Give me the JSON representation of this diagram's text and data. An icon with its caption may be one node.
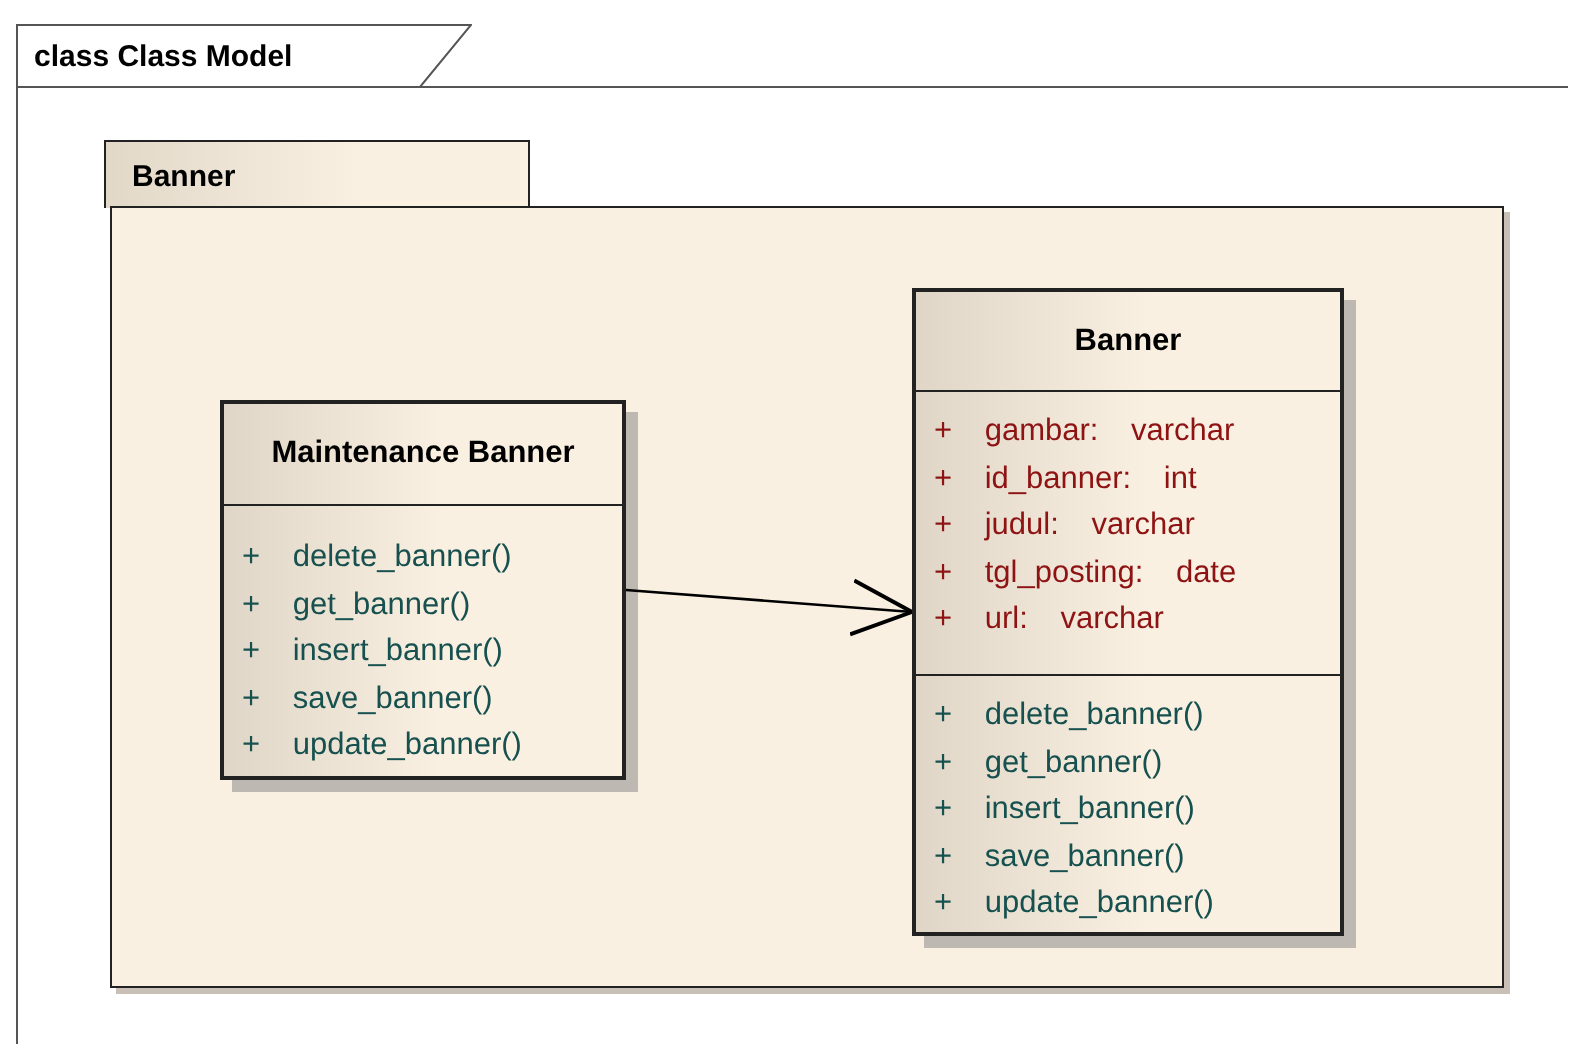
{
  "diagram": {
    "nodes": [
      {
        "text": [
          "class Class Model"
        ]
      },
      {
        "text": [
          "Banner"
        ]
      },
      {
        "text": [
          "Maintenance Banner",
          "+ delete_banner()",
          "+ get_banner()",
          "+ insert_banner()",
          "+ save_banner()",
          "+ update_banner()"
        ],
        "in": 1
      },
      {
        "text": [
          "Banner",
          "+ gambar: varchar",
          "+ id_banner: int",
          "+ judul: varchar",
          "+ tgl_posting: date",
          "+ url: varchar",
          "+ delete_banner()",
          "+ get_banner()",
          "+ insert_banner()",
          "+ save_banner()",
          "+ update_banner()"
        ],
        "in": 1
      }
    ],
    "edges": [
      {
        "from": 2,
        "to": 3,
        "arrow": "to"
      }
    ]
  }
}
